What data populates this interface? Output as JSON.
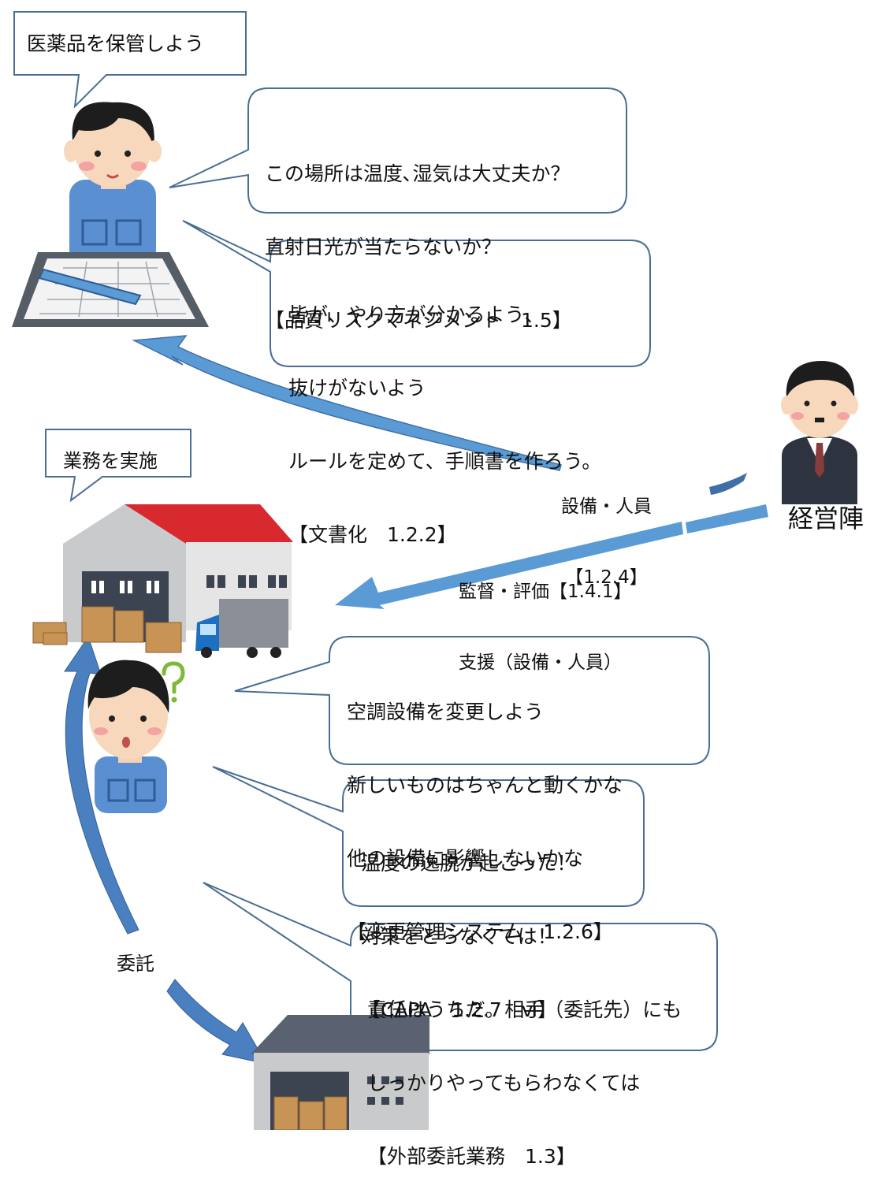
{
  "caption_storage": "医薬品を保管しよう",
  "caption_operations": "業務を実施",
  "management_label": "経営陣",
  "outsourcing_label": "委託",
  "arrow_upper_label": [
    "設備・人員",
    "【1.2.4】"
  ],
  "arrow_lower_label": [
    "監督・評価【1.4.1】",
    "支援（設備・人員）"
  ],
  "bubbles": {
    "risk": [
      "この場所は温度､湿気は大丈夫か？",
      "直射日光が当たらないか？",
      "【品質リスクマネジメント　1.5】"
    ],
    "documentation": [
      "皆が、やり方が分かるよう、",
      "抜けがないよう",
      "ルールを定めて、手順書を作ろう。",
      "【文書化　1.2.2】"
    ],
    "change": [
      "空調設備を変更しよう",
      "新しいものはちゃんと動くかな",
      "他の設備に影響しないかな",
      "【変更管理システム　1.2.6】"
    ],
    "capa": [
      "温度の逸脱が起こった！",
      "対策をとらなくては！",
      "【CAPA　1.2.7　ⅵ】"
    ],
    "outsource": [
      "責任はうちだ。相手（委託先）にも",
      "しっかりやってもらわなくては",
      "【外部委託業務　1.3】"
    ]
  },
  "colors": {
    "bubble_stroke": "#4a6d94",
    "arrow": "#5b9bd5",
    "arrow_dark": "#3f6fa6",
    "roof_red": "#d8292f",
    "shirt_blue": "#5a8fd1",
    "suit": "#2d3440"
  }
}
